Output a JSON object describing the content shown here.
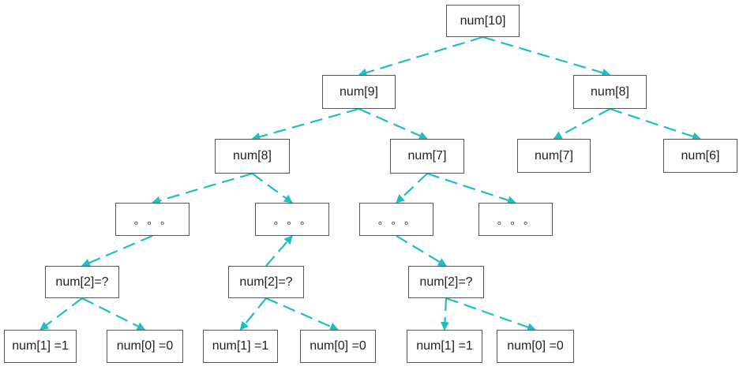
{
  "diagram": {
    "edge_color": "#1fbfbf",
    "nodes": [
      {
        "id": "n10",
        "label": "num[10]"
      },
      {
        "id": "n9",
        "label": "num[9]"
      },
      {
        "id": "n8r",
        "label": "num[8]"
      },
      {
        "id": "n8l",
        "label": "num[8]"
      },
      {
        "id": "n7a",
        "label": "num[7]"
      },
      {
        "id": "n7b",
        "label": "num[7]"
      },
      {
        "id": "n6",
        "label": "num[6]"
      },
      {
        "id": "d1",
        "label": "。 。 。"
      },
      {
        "id": "d2",
        "label": "。 。 。"
      },
      {
        "id": "d3",
        "label": "。 。 。"
      },
      {
        "id": "d4",
        "label": "。 。 。"
      },
      {
        "id": "q1",
        "label": "num[2]=?"
      },
      {
        "id": "q2",
        "label": "num[2]=?"
      },
      {
        "id": "q3",
        "label": "num[2]=?"
      },
      {
        "id": "a1",
        "label": "num[1] =1"
      },
      {
        "id": "b1",
        "label": "num[0] =0"
      },
      {
        "id": "a2",
        "label": "num[1] =1"
      },
      {
        "id": "b2",
        "label": "num[0] =0"
      },
      {
        "id": "a3",
        "label": "num[1] =1"
      },
      {
        "id": "b3",
        "label": "num[0] =0"
      }
    ],
    "edges": [
      {
        "from": "n10",
        "to": "n9"
      },
      {
        "from": "n10",
        "to": "n8r"
      },
      {
        "from": "n9",
        "to": "n8l"
      },
      {
        "from": "n9",
        "to": "n7a"
      },
      {
        "from": "n8r",
        "to": "n7b"
      },
      {
        "from": "n8r",
        "to": "n6"
      },
      {
        "from": "n8l",
        "to": "d1"
      },
      {
        "from": "n8l",
        "to": "d2"
      },
      {
        "from": "n7a",
        "to": "d3"
      },
      {
        "from": "n7a",
        "to": "d4"
      },
      {
        "from": "d1",
        "to": "q1"
      },
      {
        "from": "q2",
        "to": "d2"
      },
      {
        "from": "d3",
        "to": "q3"
      },
      {
        "from": "q1",
        "to": "a1"
      },
      {
        "from": "q1",
        "to": "b1"
      },
      {
        "from": "q2",
        "to": "a2"
      },
      {
        "from": "q2",
        "to": "b2"
      },
      {
        "from": "q3",
        "to": "a3"
      },
      {
        "from": "q3",
        "to": "b3"
      }
    ]
  }
}
